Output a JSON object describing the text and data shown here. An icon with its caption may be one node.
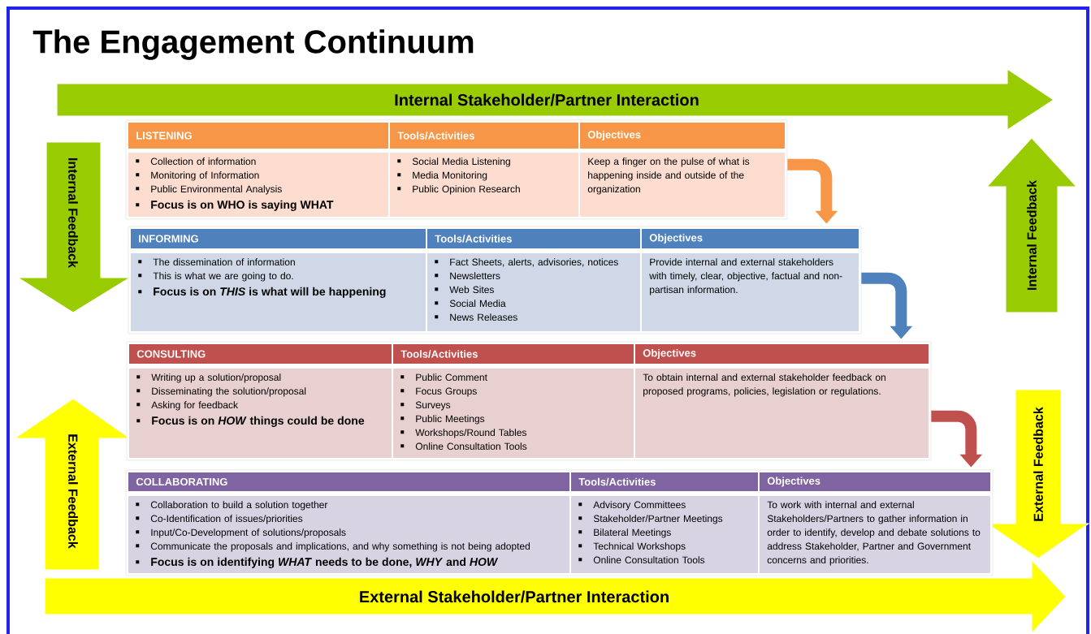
{
  "diagram": {
    "title": "The Engagement Continuum",
    "nodes": [
      {
        "text": [
          "Internal Stakeholder/Partner Interaction"
        ]
      },
      {
        "text": [
          "Internal Feedback"
        ]
      },
      {
        "text": [],
        "shape": "box"
      },
      {
        "text": [
          "LISTENING",
          "Collection of information",
          "Monitoring of Information",
          "Public Environmental Analysis",
          "Focus is on WHO is saying WHAT"
        ],
        "in": 2
      },
      {
        "text": [
          "Tools/Activities",
          "Social Media Listening",
          "Media Monitoring",
          "Public Opinion Research"
        ],
        "in": 2
      },
      {
        "text": [
          "Objectives",
          "Keep a finger on the pulse of what is happening inside and outside of the organization"
        ],
        "in": 2
      },
      {
        "text": [
          "Internal Feedback"
        ]
      },
      {
        "text": [],
        "shape": "box"
      },
      {
        "text": [
          "INFORMING",
          "The dissemination of information",
          "This is what we are going to do.",
          "Focus is on *THIS* is what will be happening"
        ],
        "in": 7
      },
      {
        "text": [
          "Tools/Activities",
          "Fact Sheets, alerts, advisories, notices",
          "Newsletters",
          "Web Sites",
          "Social Media",
          "News Releases"
        ],
        "in": 7
      },
      {
        "text": [
          "Objectives",
          "Provide internal and external stakeholders with timely, clear, objective, factual and non-partisan information."
        ],
        "in": 7
      },
      {
        "text": [
          "External Feedback"
        ]
      },
      {
        "text": [],
        "shape": "box"
      },
      {
        "text": [
          "CONSULTING",
          "Writing up a solution/proposal",
          "Disseminating the solution/proposal",
          "Asking for feedback",
          "Focus is on *HOW* things could be done"
        ],
        "in": 12
      },
      {
        "text": [
          "Tools/Activities",
          "Public Comment",
          "Focus Groups",
          "Surveys",
          "Public Meetings",
          "Workshops/Round Tables",
          "Online Consultation Tools"
        ],
        "in": 12
      },
      {
        "text": [
          "Objectives",
          "To obtain internal and external stakeholder feedback on proposed programs, policies, legislation or regulations."
        ],
        "in": 12
      },
      {
        "text": [
          "External Feedback"
        ]
      },
      {
        "text": [],
        "shape": "box"
      },
      {
        "text": [
          "COLLABORATING",
          "Collaboration to build a solution together",
          "Co-Identification of issues/priorities",
          "Input/Co-Development of solutions/proposals",
          "Communicate the proposals and implications, and why something is not being adopted",
          "Focus is on identifying *WHAT* needs to be done, *WHY* and *HOW*"
        ],
        "in": 17
      },
      {
        "text": [
          "Tools/Activities",
          "Advisory Committees",
          "Stakeholder/Partner Meetings",
          "Bilateral Meetings",
          "Technical Workshops",
          "Online Consultation Tools"
        ],
        "in": 17
      },
      {
        "text": [
          "Objectives",
          "To work with internal and external Stakeholders/Partners to gather information in order to identify, develop and debate solutions to address Stakeholder, Partner and Government concerns and priorities."
        ],
        "in": 17
      },
      {
        "text": [
          "External Stakeholder/Partner Interaction"
        ]
      }
    ],
    "edges": [
      {
        "from": 2,
        "to": 7,
        "arrow": "to",
        "color": "#f79646"
      },
      {
        "from": 7,
        "to": 12,
        "arrow": "to",
        "color": "#4f81bd"
      },
      {
        "from": 12,
        "to": 17,
        "arrow": "to",
        "color": "#c0504d"
      }
    ]
  }
}
